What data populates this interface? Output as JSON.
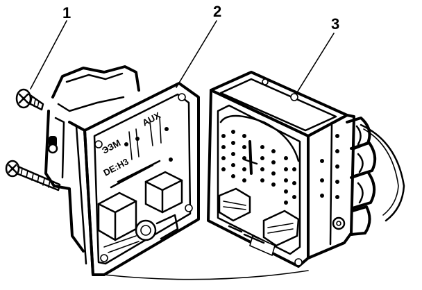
{
  "callouts": [
    {
      "label": "1",
      "part": "screw"
    },
    {
      "label": "2",
      "part": "electronic-control-module"
    },
    {
      "label": "3",
      "part": "hydraulic-modulator"
    }
  ],
  "pcb_markings": [
    "ЭЗМ",
    "DE:H3",
    "AUX"
  ],
  "colors": {
    "ink": "#000000",
    "background": "#ffffff"
  }
}
